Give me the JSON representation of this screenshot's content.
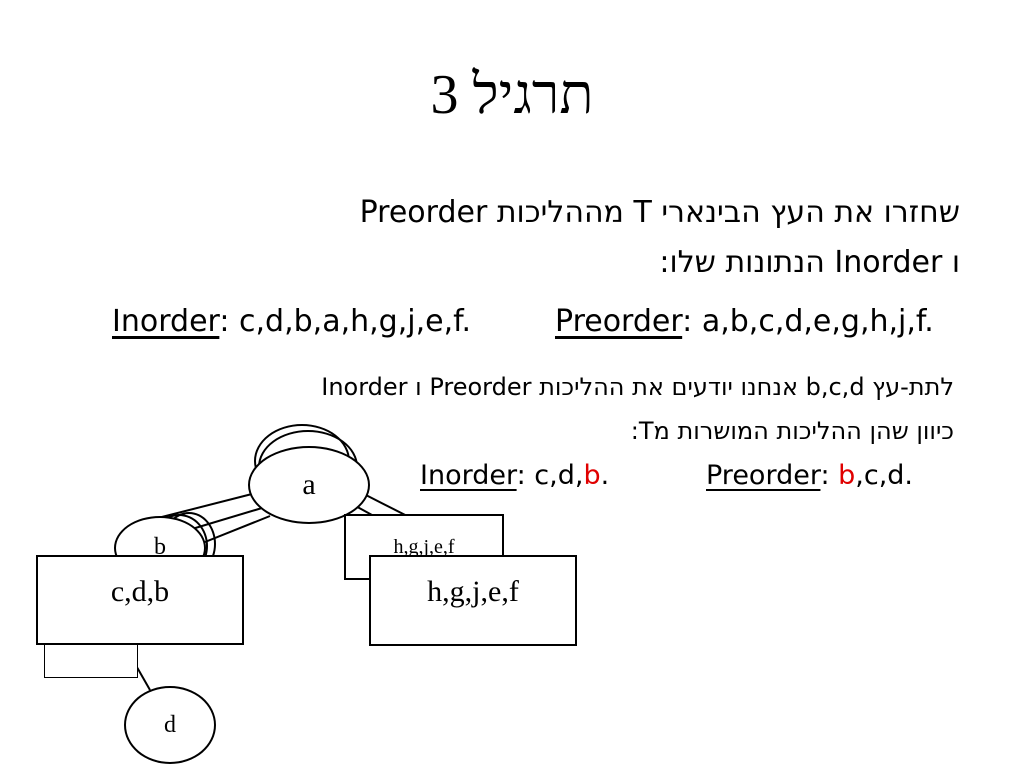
{
  "title": "תרגיל 3",
  "intro": {
    "line1": "שחזרו את העץ הבינארי T מההליכות Preorder",
    "line2": "ו Inorder הנתונות שלו:"
  },
  "traversals": {
    "preorder_label": "Preorder",
    "preorder_sep": ": ",
    "preorder_value": "a,b,c,d,e,g,h,j,f.",
    "inorder_label": "Inorder",
    "inorder_sep": ": ",
    "inorder_value": "c,d,b,a,h,g,j,e,f."
  },
  "subtree_note": {
    "line1": "לתת-עץ b,c,d אנחנו יודעים את ההליכות Preorder ו Inorder",
    "line2": "כיוון שהן ההליכות המושרות מT:"
  },
  "sub_traversals": {
    "preorder_label": "Preorder",
    "preorder_sep": ": ",
    "preorder_highlight": "b",
    "preorder_rest": ",c,d.",
    "inorder_label": "Inorder",
    "inorder_sep": ": ",
    "inorder_prefix": "c,d,",
    "inorder_highlight": "b",
    "inorder_suffix": "."
  },
  "tree": {
    "root": "a",
    "node_b": "b",
    "node_d": "d",
    "left_box": "c,d,b",
    "right_box": "h,g,j,e,f",
    "right_box_back": "h,g,j,e,f"
  },
  "colors": {
    "highlight": "#e00000"
  }
}
